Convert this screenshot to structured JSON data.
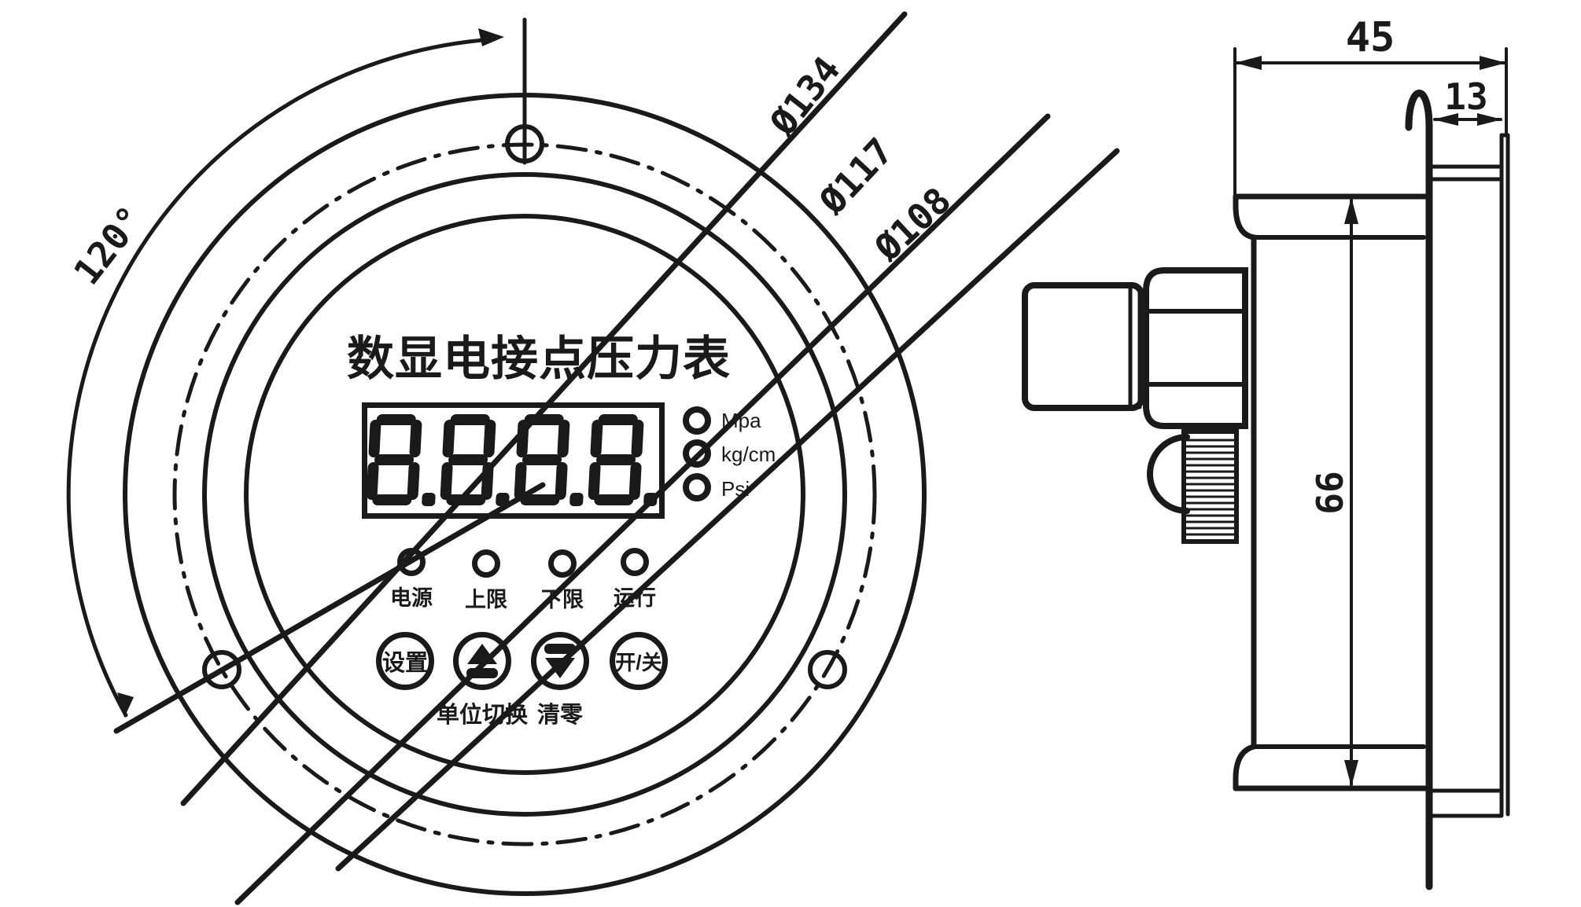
{
  "front_view": {
    "title": "数显电接点压力表",
    "display": {
      "value": "8.8.8.8."
    },
    "units": [
      {
        "label": "Mpa"
      },
      {
        "label": "kg/cm"
      },
      {
        "label": "Psi"
      }
    ],
    "status_leds": [
      {
        "label": "电源"
      },
      {
        "label": "上限"
      },
      {
        "label": "下限"
      },
      {
        "label": "运行"
      }
    ],
    "buttons": {
      "set": "设置",
      "unit_switch_label": "单位切换",
      "clear_label": "清零",
      "on_off": "开/关"
    },
    "dimensions": {
      "hole_angle": "120°",
      "outer_diameter": "Ø134",
      "bolt_circle_diameter": "Ø117",
      "body_diameter": "Ø108"
    }
  },
  "side_view": {
    "dimensions": {
      "depth": "45",
      "panel_gap": "13",
      "height": "66"
    }
  },
  "colors": {
    "line": "#1a1a1a",
    "background": "#ffffff"
  }
}
